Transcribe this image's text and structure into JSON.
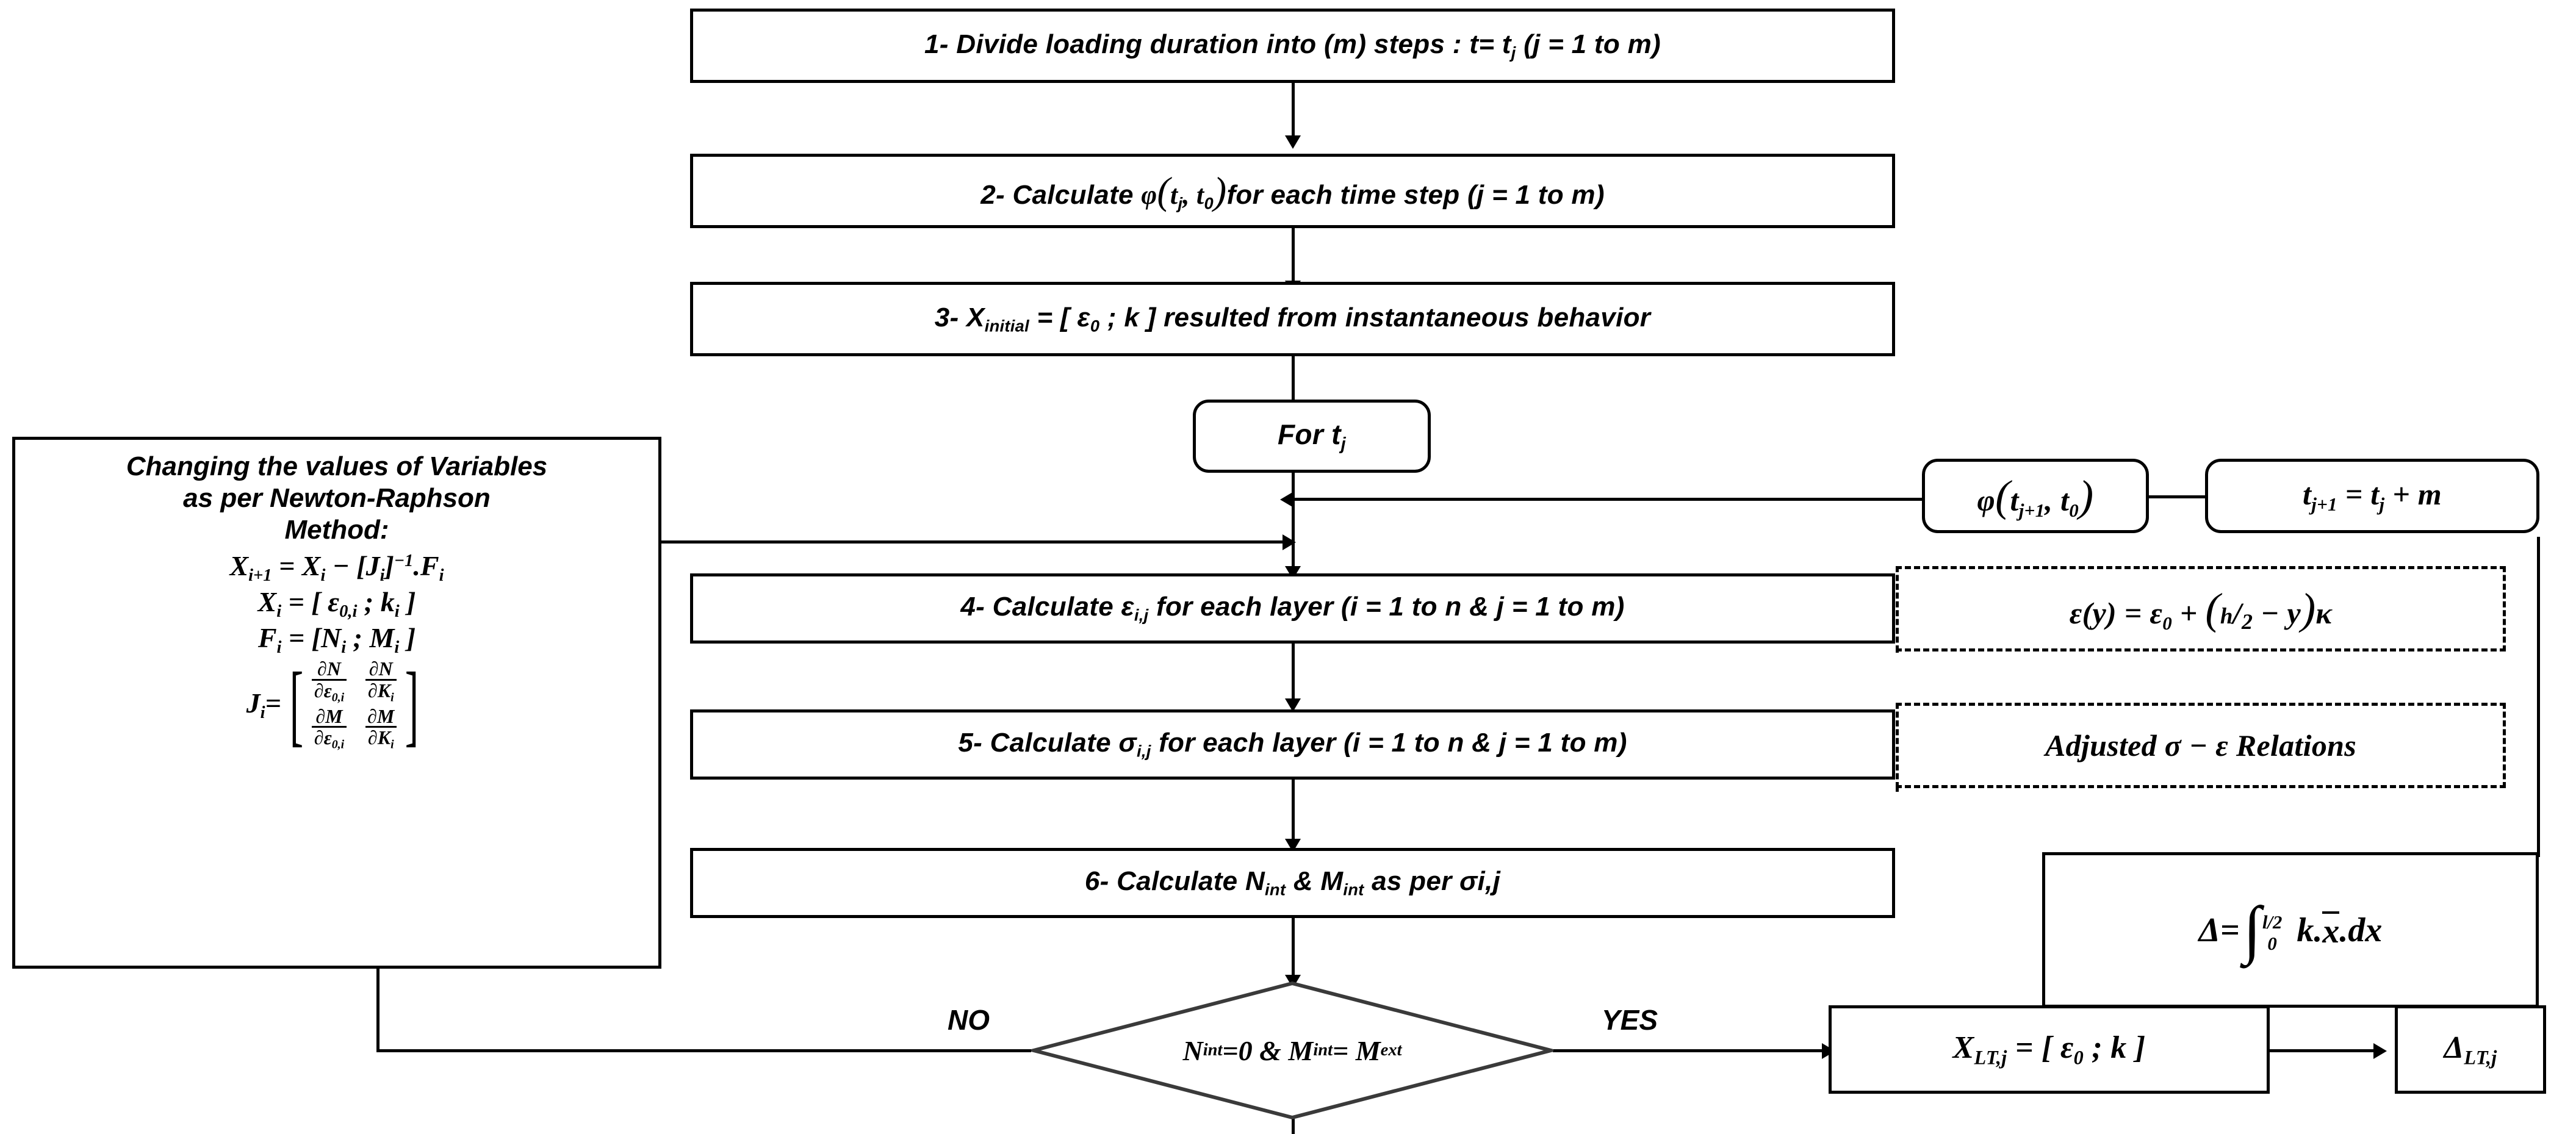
{
  "diagram": {
    "title": "Long-term behavior iterative calculation flowchart",
    "steps": [
      {
        "id": "step1",
        "text": "1- Divide loading duration into (m) steps : t= tⱼ (j = 1 to m)"
      },
      {
        "id": "step2",
        "text": "2- Calculate φ(tⱼ, t₀) for  each time step  (j = 1 to m)"
      },
      {
        "id": "step3",
        "text": "3- Xᵢₙᵢₜᵢₐₗ = [ ε₀ ; k ] resulted from instantaneous behavior"
      },
      {
        "id": "step4",
        "text": "4- Calculate εᵢⱼ  for each layer (i = 1 to n & j = 1 to m)"
      },
      {
        "id": "step5",
        "text": "5- Calculate σᵢ,ⱼ for each layer (i = 1 to n & j = 1 to m)"
      },
      {
        "id": "step6",
        "text": "6- Calculate Nᵢₙₜ & Mᵢₙₜ as per σi,j"
      }
    ],
    "step_parts": {
      "step1_a": "1- Divide loading duration into (m) steps : t= t",
      "step1_sub": "j",
      "step1_b": " (j = 1 to m)",
      "step2_a": "2- Calculate ",
      "step2_phi": "φ",
      "step2_t": "t",
      "step2_sub_j": "j",
      "step2_comma": ", t",
      "step2_sub_0": "0",
      "step2_b": "for  each time step  (j = 1 to m)",
      "step3_x": "3- X",
      "step3_sub": "initial",
      "step3_b": " =  [ ε",
      "step3_sub0": "0",
      "step3_c": " ; k ] resulted from instantaneous behavior",
      "step4_a": "4- Calculate ε",
      "step4_sub": "i,j",
      "step4_b": "  for each layer (i = 1 to n & j = 1 to m)",
      "step5_a": "5- Calculate σ",
      "step5_sub": "i,j",
      "step5_b": " for each layer (i = 1 to n & j = 1 to m)",
      "step6_a": "6- Calculate N",
      "step6_sub1": "int",
      "step6_mid": " & M",
      "step6_sub2": "int",
      "step6_b": " as per σi,j"
    },
    "loop_node": {
      "label_prefix": "For t",
      "label_sub": "j"
    },
    "time_nodes": [
      {
        "id": "phi-next",
        "prefix": "φ",
        "open": "(",
        "t": "t",
        "sub1": "j+1",
        "sep": ", t",
        "sub2": "0",
        "close": ")"
      },
      {
        "id": "t-next",
        "a": "t",
        "sub_a": "j+1",
        "eq": " =  t",
        "sub_b": "j",
        "plus": " + m"
      }
    ],
    "side_notes": [
      {
        "id": "strain-relation",
        "a": "ε(y) = ε",
        "sub": "0",
        "b": " + ",
        "frac_num": "h",
        "frac_den": "2",
        "c": " − y",
        "d": "κ"
      },
      {
        "id": "adjusted-relations",
        "text": "Adjusted  σ − ε Relations"
      }
    ],
    "decision": {
      "id": "convergence-check",
      "a": "N",
      "sub_a": "int",
      "b": "=0 & M",
      "sub_b": "int",
      "c": "= M",
      "sub_c": "ext",
      "no_label": "NO",
      "yes_label": "YES"
    },
    "results": [
      {
        "id": "x-lt",
        "a": "X",
        "sub": "LT,j",
        "b": " =  [ ε",
        "sub0": "0",
        "c": " ; k ]"
      },
      {
        "id": "delta-lt",
        "a": "Δ",
        "sub": "LT,j"
      }
    ],
    "deflection_formula": {
      "id": "deflection-integral",
      "lhs": "Δ=",
      "upper": "l/2",
      "lower": "0",
      "integrand_k": "k.",
      "integrand_x": "x",
      "integrand_dx": ".dx"
    },
    "newton_panel": {
      "id": "newton-raphson-panel",
      "title_lines": [
        "Changing the values of Variables",
        "as per Newton-Raphson",
        "Method:"
      ],
      "eq1": {
        "x": "X",
        "sub1": "i+1",
        "eq": " = ",
        "x2": "X",
        "sub2": "i",
        "minus": " − ",
        "ob": "[",
        "j": "J",
        "sub3": "i",
        "cb": "]",
        "sup": "−1",
        "dot": ".F",
        "sub4": "i"
      },
      "eq2": {
        "x": "X",
        "sub1": "i",
        "eq": " =  [ ε",
        "sub2": "0,i",
        "semi": " ; k",
        "sub3": "i",
        "cb": " ]"
      },
      "eq3": {
        "f": "F",
        "sub1": "i",
        "eq": " =  [N",
        "sub2": "i",
        "semi": " ; M",
        "sub3": "i",
        "cb": " ]"
      },
      "jacobian": {
        "label": "J",
        "label_sub": "i",
        "eq": "=",
        "cells": [
          {
            "num": "∂N",
            "den": "∂ε₀,ᵢ"
          },
          {
            "num": "∂N",
            "den": "∂Κᵢ"
          },
          {
            "num": "∂M",
            "den": "∂ε₀,ᵢ"
          },
          {
            "num": "∂M",
            "den": "∂Κᵢ"
          }
        ],
        "cell_parts": [
          {
            "num_a": "∂N",
            "den_a": "∂ε",
            "den_sub": "0,i"
          },
          {
            "num_a": "∂N",
            "den_a": "∂Κ",
            "den_sub": "i"
          },
          {
            "num_a": "∂M",
            "den_a": "∂ε",
            "den_sub": "0,i"
          },
          {
            "num_a": "∂M",
            "den_a": "∂Κ",
            "den_sub": "i"
          }
        ]
      }
    },
    "colors": {
      "stroke": "#000000",
      "background": "#ffffff",
      "text": "#000000"
    }
  }
}
